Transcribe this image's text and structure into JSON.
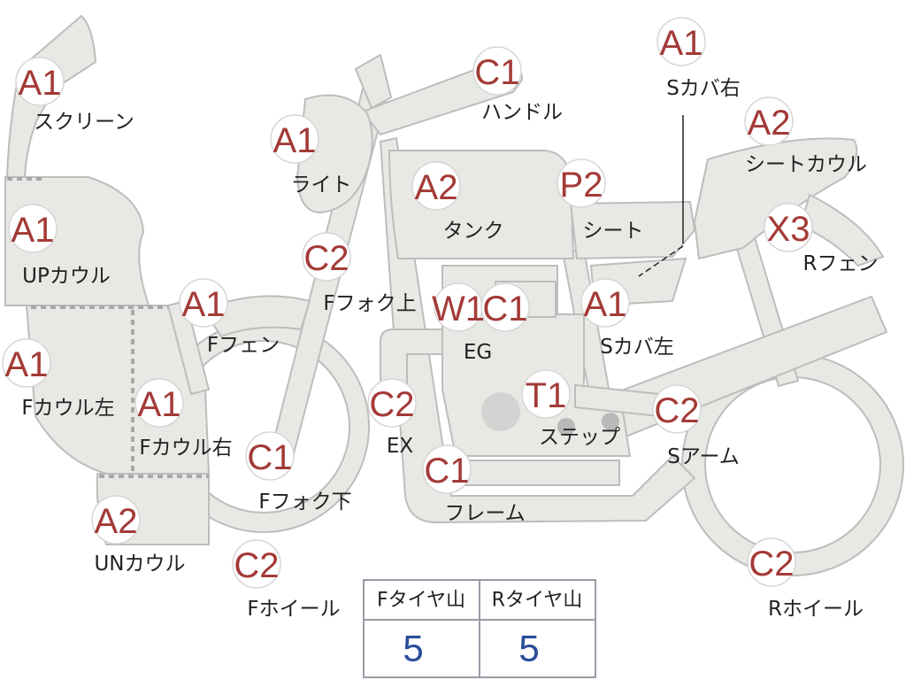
{
  "parts": [
    {
      "id": "screen",
      "grade": "A1",
      "label": "スクリーン"
    },
    {
      "id": "light",
      "grade": "A1",
      "label": "ライト"
    },
    {
      "id": "handle",
      "grade": "C1",
      "label": "ハンドル"
    },
    {
      "id": "scover_r",
      "grade": "A1",
      "label": "Sカバ右"
    },
    {
      "id": "seat_cowl",
      "grade": "A2",
      "label": "シートカウル"
    },
    {
      "id": "tank",
      "grade": "A2",
      "label": "タンク"
    },
    {
      "id": "seat",
      "grade": "P2",
      "label": "シート"
    },
    {
      "id": "up_cowl",
      "grade": "A1",
      "label": "UPカウル"
    },
    {
      "id": "r_fender",
      "grade": "X3",
      "label": "Rフェン"
    },
    {
      "id": "f_fork_upper",
      "grade": "C2",
      "label": "Fフォク上"
    },
    {
      "id": "f_fender",
      "grade": "A1",
      "label": "Fフェン"
    },
    {
      "id": "eg",
      "grade": "W1",
      "grade2": "C1",
      "label": "EG"
    },
    {
      "id": "scover_l",
      "grade": "A1",
      "label": "Sカバ左"
    },
    {
      "id": "f_cowl_l",
      "grade": "A1",
      "label": "Fカウル左"
    },
    {
      "id": "f_cowl_r",
      "grade": "A1",
      "label": "Fカウル右"
    },
    {
      "id": "ex",
      "grade": "C2",
      "label": "EX"
    },
    {
      "id": "step",
      "grade": "T1",
      "label": "ステップ"
    },
    {
      "id": "s_arm",
      "grade": "C2",
      "label": "Sアーム"
    },
    {
      "id": "f_fork_lower",
      "grade": "C1",
      "label": "Fフォク下"
    },
    {
      "id": "frame",
      "grade": "C1",
      "label": "フレーム"
    },
    {
      "id": "un_cowl",
      "grade": "A2",
      "label": "UNカウル"
    },
    {
      "id": "f_wheel",
      "grade": "C2",
      "label": "Fホイール"
    },
    {
      "id": "r_wheel",
      "grade": "C2",
      "label": "Rホイール"
    }
  ],
  "tire_table": {
    "headers": [
      "Fタイヤ山",
      "Rタイヤ山"
    ],
    "values": [
      "5",
      "5"
    ]
  },
  "colors": {
    "grade_text": "#a33a37",
    "value_text": "#2a4d9a",
    "part_fill": "#e8e8e5",
    "part_outline": "#bdbdbd"
  }
}
